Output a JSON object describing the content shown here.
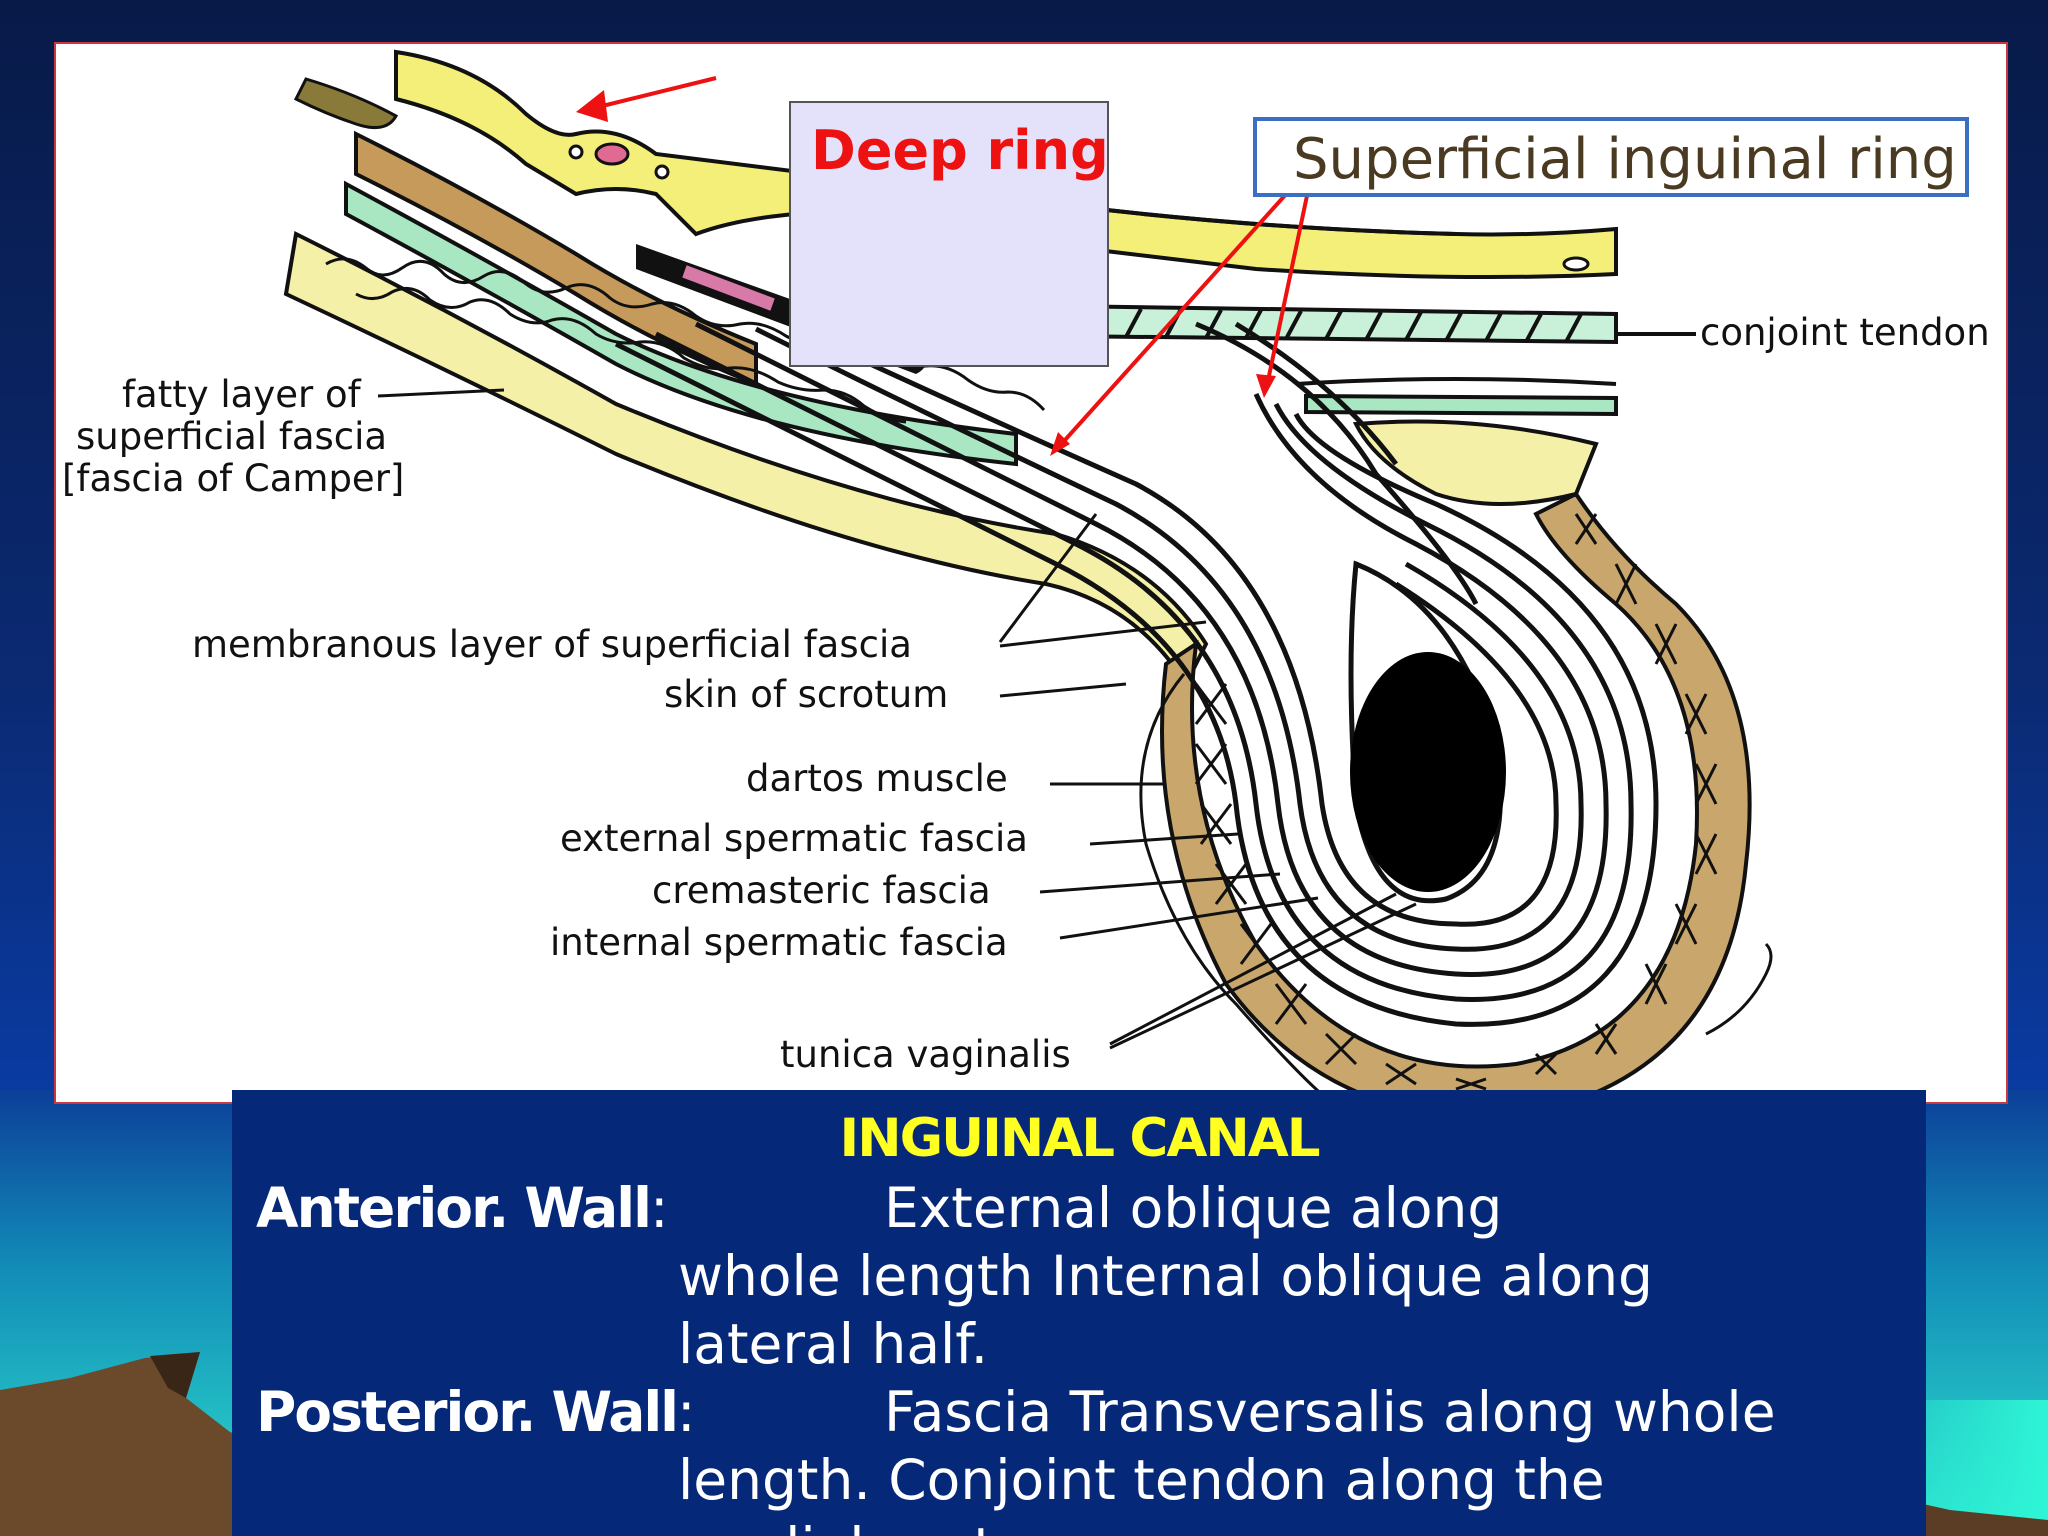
{
  "diagram": {
    "callouts": {
      "deep_ring": "Deep ring",
      "superficial_ring": "Superficial inguinal ring"
    },
    "labels": {
      "conjoint_tendon": "conjoint tendon",
      "fatty_layer_1": "fatty layer of",
      "fatty_layer_2": "superficial fascia",
      "fatty_layer_3": "[fascia of Camper]",
      "membranous_layer": "membranous layer of superficial fascia",
      "skin_of_scrotum": "skin of scrotum",
      "dartos_muscle": "dartos muscle",
      "external_spermatic_fascia": "external spermatic fascia",
      "cremasteric_fascia": "cremasteric fascia",
      "internal_spermatic_fascia": "internal spermatic fascia",
      "tunica_vaginalis": "tunica vaginalis"
    },
    "colors": {
      "external_oblique": "#f3ef78",
      "fat": "#f5f0a8",
      "muscle_band": "#c69a5a",
      "fascia_band": "#a9e6c2",
      "cord_tube": "#d87aa8",
      "dartos": "#c9a66b",
      "callout_red": "#ee1111",
      "callout_blue": "#3a6fc4"
    }
  },
  "info": {
    "title": "INGUINAL CANAL",
    "anterior_key": "Anterior. Wall",
    "anterior_colon": ":",
    "anterior_line1": "External oblique along",
    "anterior_line2": "whole length Internal oblique along",
    "anterior_line3": "lateral half.",
    "posterior_key": "Posterior. Wall",
    "posterior_colon": ":",
    "posterior_line1": "Fascia Transversalis along whole",
    "posterior_line2": "length. Conjoint tendon along the",
    "posterior_line3": "medial part."
  }
}
